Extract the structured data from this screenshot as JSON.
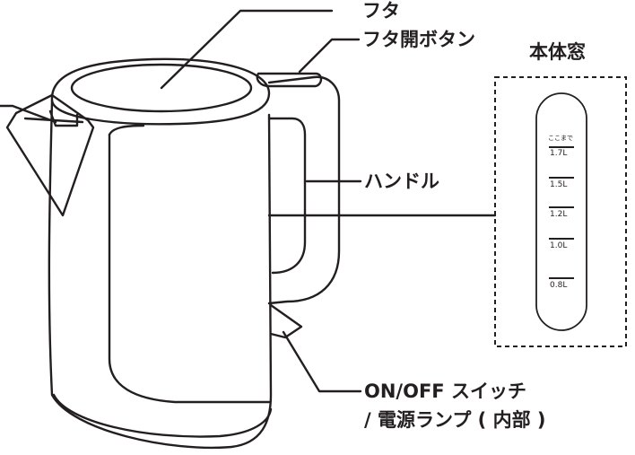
{
  "labels": {
    "lid": "フタ",
    "lid_button": "フタ開ボタン",
    "body_window": "本体窓",
    "handle": "ハンドル",
    "switch_line1": "ON/OFF スイッチ",
    "switch_line2": "/ 電源ランプ ( 内部 )"
  },
  "gauge": {
    "top_note": "ここまで",
    "marks": [
      "1.7L",
      "1.5L",
      "1.2L",
      "1.0L",
      "0.8L"
    ]
  },
  "colors": {
    "line": "#231f20",
    "fill": "#ffffff"
  }
}
